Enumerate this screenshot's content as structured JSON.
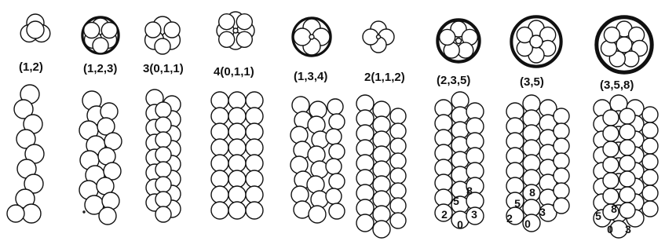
{
  "figure": {
    "columns": [
      {
        "label": "(1,2)",
        "numbers": []
      },
      {
        "label": "(1,2,3)",
        "numbers": []
      },
      {
        "label": "3(0,1,1)",
        "numbers": []
      },
      {
        "label": "4(0,1,1)",
        "numbers": []
      },
      {
        "label": "(1,3,4)",
        "numbers": []
      },
      {
        "label": "2(1,1,2)",
        "numbers": []
      },
      {
        "label": "(2,3,5)",
        "numbers": [
          "8",
          "5",
          "2",
          "3",
          "0"
        ]
      },
      {
        "label": "(3,5)",
        "numbers": [
          "8",
          "5",
          "3",
          "0",
          "2"
        ]
      },
      {
        "label": "(3,5,8)",
        "numbers": [
          "8",
          "5",
          "0",
          "3"
        ]
      }
    ]
  }
}
